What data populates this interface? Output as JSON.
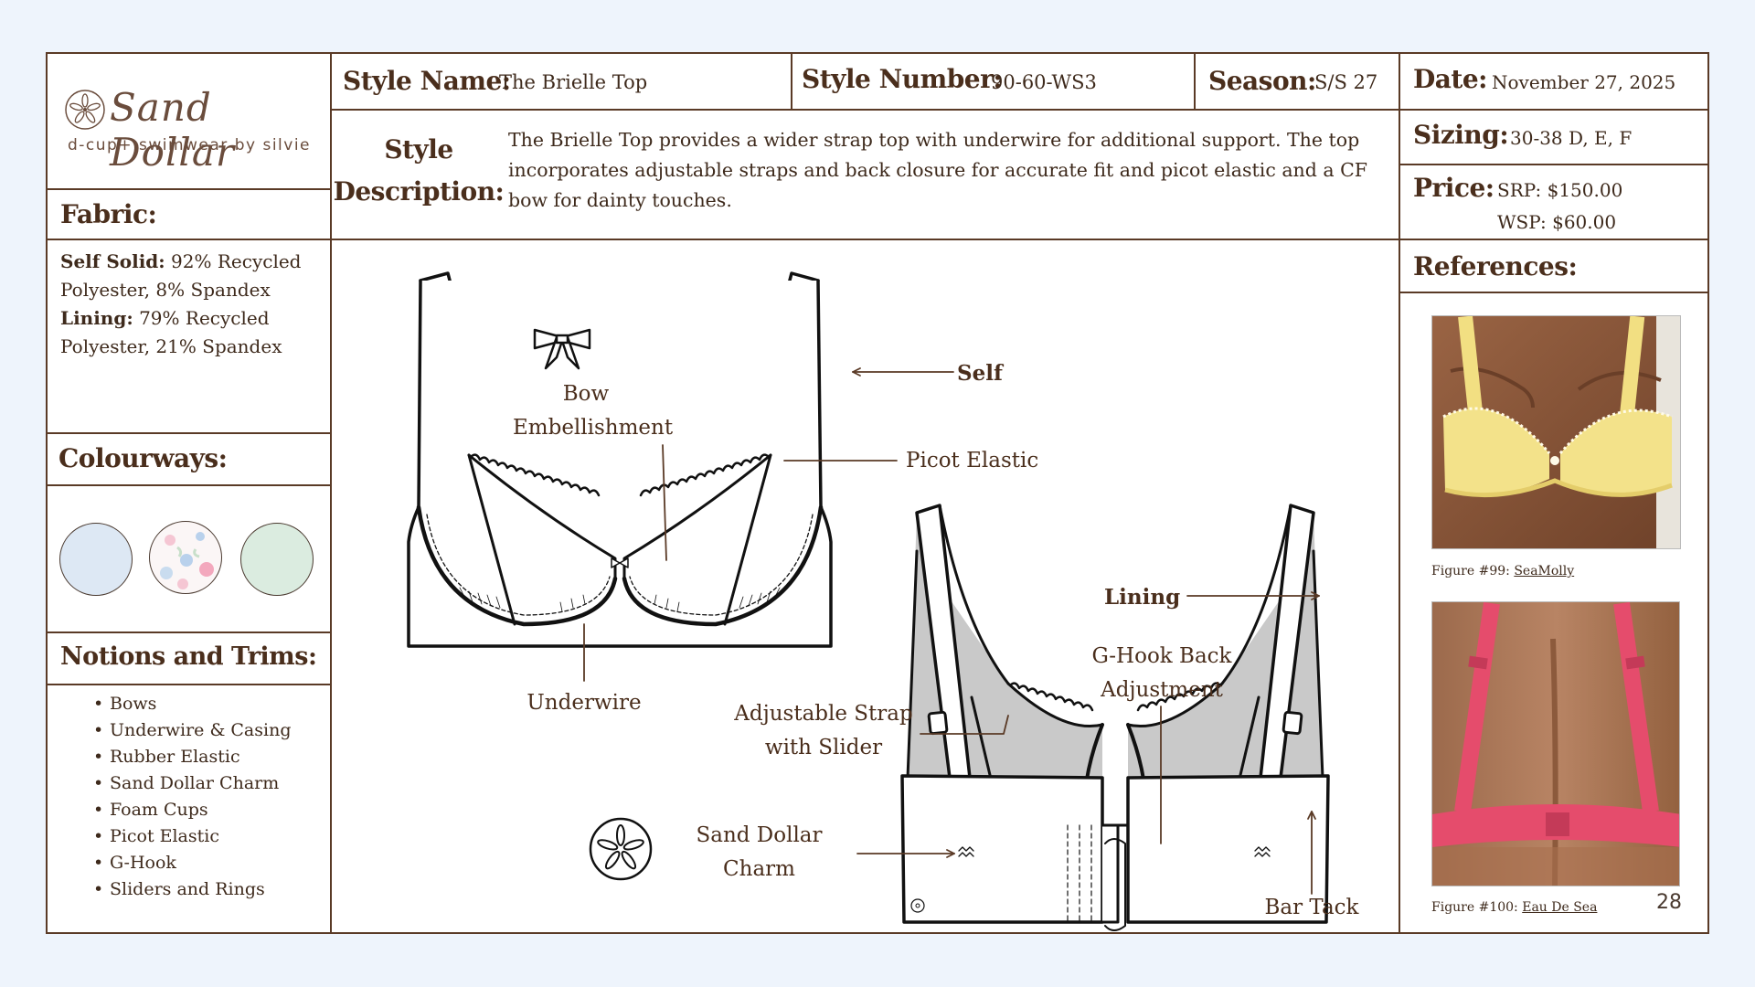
{
  "brand": {
    "name": "Sand Dollar",
    "tagline": "d-cup+ swimwear by silvie"
  },
  "header": {
    "style_name_label": "Style Name:",
    "style_name_value": "The Brielle Top",
    "style_number_label": "Style Number:",
    "style_number_value": "90-60-WS3",
    "season_label": "Season:",
    "season_value": "S/S 27",
    "date_label": "Date:",
    "date_value": "November 27, 2025"
  },
  "description": {
    "label_line1": "Style",
    "label_line2": "Description:",
    "text": "The Brielle Top provides a wider strap top with underwire for additional support. The top incorporates adjustable straps and back closure for accurate fit and picot elastic and a CF bow for dainty touches."
  },
  "sizing": {
    "label": "Sizing:",
    "value": "30-38 D, E, F"
  },
  "price": {
    "label": "Price:",
    "srp": "SRP: $150.00",
    "wsp": "WSP: $60.00"
  },
  "fabric": {
    "label": "Fabric:",
    "self_label": "Self Solid:",
    "self_text": " 92% Recycled Polyester, 8% Spandex",
    "lining_label": "Lining:",
    "lining_text": " 79% Recycled Polyester, 21% Spandex"
  },
  "colourways": {
    "label": "Colourways:",
    "swatches": [
      {
        "name": "light-blue",
        "color": "#dde8f4"
      },
      {
        "name": "floral",
        "color": "#fbf6f6"
      },
      {
        "name": "mint",
        "color": "#dbece0"
      }
    ]
  },
  "notions": {
    "label": "Notions and Trims:",
    "items": [
      "Bows",
      "Underwire & Casing",
      "Rubber Elastic",
      "Sand Dollar Charm",
      "Foam Cups",
      "Picot Elastic",
      "G-Hook",
      "Sliders and Rings"
    ]
  },
  "references": {
    "label": "References:",
    "fig1_caption": "Figure #99: ",
    "fig1_link": "SeaMolly",
    "fig2_caption": "Figure #100: ",
    "fig2_link": "Eau De Sea",
    "page_number": "28"
  },
  "callouts": {
    "bow": "Bow Embellishment",
    "self": "Self",
    "picot": "Picot Elastic",
    "underwire": "Underwire",
    "lining": "Lining",
    "ghook_line1": "G-Hook Back",
    "ghook_line2": "Adjustment",
    "strap_line1": "Adjustable Strap",
    "strap_line2": "with Slider",
    "charm_line1": "Sand Dollar",
    "charm_line2": "Charm",
    "bartack": "Bar Tack"
  }
}
